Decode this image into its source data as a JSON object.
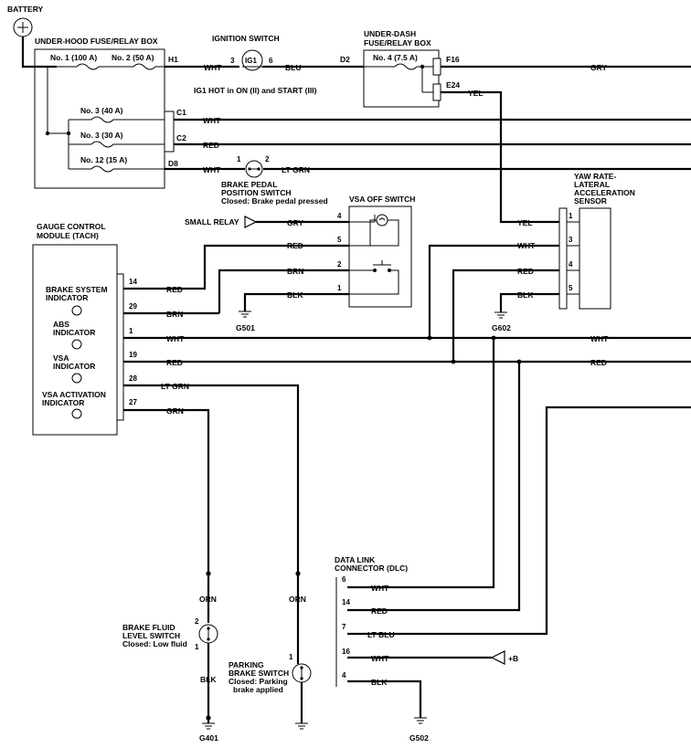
{
  "title_battery": "BATTERY",
  "underhood": {
    "title": "UNDER-HOOD FUSE/RELAY BOX",
    "fuse1": "No. 1 (100 A)",
    "fuse2": "No. 2 (50 A)",
    "fuse3a": "No. 3 (40 A)",
    "fuse3b": "No. 3 (30 A)",
    "fuse12": "No. 12 (15 A)",
    "term_h1": "H1",
    "term_c1": "C1",
    "term_c2": "C2",
    "term_d8": "D8"
  },
  "ignition": {
    "title": "IGNITION SWITCH",
    "pin_in": "3",
    "pin_out": "6",
    "code": "IG1",
    "note": "IG1 HOT in ON (II) and START (III)"
  },
  "underdash": {
    "title_1": "UNDER-DASH",
    "title_2": "FUSE/RELAY BOX",
    "fuse4": "No. 4 (7.5 A)",
    "term_d2": "D2",
    "term_f16": "F16",
    "term_e24": "E24"
  },
  "brake_pedal": {
    "title_1": "BRAKE PEDAL",
    "title_2": "POSITION SWITCH",
    "note": "Closed: Brake pedal pressed",
    "pin1": "1",
    "pin2": "2"
  },
  "vsa_off": {
    "title": "VSA OFF SWITCH",
    "pins": [
      "4",
      "5",
      "2",
      "1"
    ]
  },
  "small_relay": "SMALL RELAY",
  "yaw": {
    "title_1": "YAW RATE-",
    "title_2": "LATERAL",
    "title_3": "ACCELERATION",
    "title_4": "SENSOR",
    "pins": [
      "1",
      "3",
      "4",
      "5"
    ]
  },
  "gauge": {
    "title_1": "GAUGE CONTROL",
    "title_2": "MODULE (TACH)",
    "ind1_a": "BRAKE SYSTEM",
    "ind1_b": "INDICATOR",
    "ind2_a": "ABS",
    "ind2_b": "INDICATOR",
    "ind3_a": "VSA",
    "ind3_b": "INDICATOR",
    "ind4_a": "VSA ACTIVATION",
    "ind4_b": "INDICATOR",
    "pins": [
      "14",
      "29",
      "1",
      "19",
      "28",
      "27"
    ]
  },
  "wires": {
    "wht": "WHT",
    "blu": "BLU",
    "gry": "GRY",
    "yel": "YEL",
    "red": "RED",
    "lt_grn": "LT GRN",
    "brn": "BRN",
    "blk": "BLK",
    "orn": "ORN",
    "grn": "GRN",
    "lt_blu": "LT BLU"
  },
  "grounds": {
    "g501": "G501",
    "g602": "G602",
    "g401": "G401",
    "g502": "G502"
  },
  "brake_fluid": {
    "title_1": "BRAKE FLUID",
    "title_2": "LEVEL SWITCH",
    "note": "Closed: Low fluid",
    "pin2": "2",
    "pin1": "1"
  },
  "parking": {
    "title_1": "PARKING",
    "title_2": "BRAKE SWITCH",
    "note_1": "Closed: Parking",
    "note_2": "brake applied",
    "pin1": "1"
  },
  "dlc": {
    "title_1": "DATA LINK",
    "title_2": "CONNECTOR (DLC)",
    "pins": [
      "6",
      "14",
      "7",
      "16",
      "4"
    ],
    "plus_b": "+B"
  }
}
